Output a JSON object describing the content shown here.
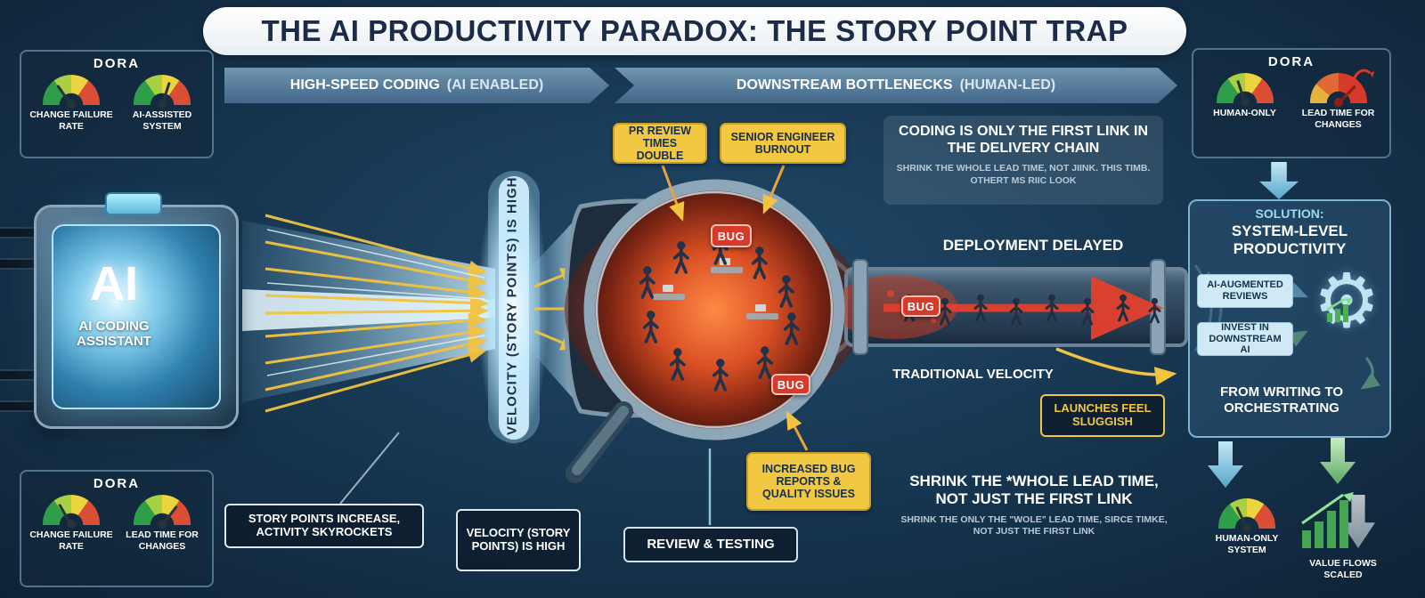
{
  "colors": {
    "background": "#16344e",
    "accent_blue": "#9fd4ea",
    "callout_yellow": "#f2c741",
    "alert_red": "#d63a2a",
    "gauge_green": "#2f9e48",
    "gauge_yellow": "#ecd43e",
    "beam_blue": "#cfeeff",
    "solution_chip_blue": "#cfe9f6"
  },
  "title": "THE AI PRODUCTIVITY PARADOX: THE STORY POINT TRAP",
  "banners": {
    "left": {
      "main": "HIGH-SPEED CODING",
      "note": "(AI ENABLED)"
    },
    "right": {
      "main": "DOWNSTREAM BOTTLENECKS",
      "note": "(HUMAN-LED)"
    }
  },
  "dora": {
    "top_left": {
      "title": "DORA",
      "gauges": [
        {
          "label": "CHANGE FAILURE RATE"
        },
        {
          "label": "AI-ASSISTED SYSTEM"
        }
      ]
    },
    "bottom_left": {
      "title": "DORA",
      "gauges": [
        {
          "label": "CHANGE FAILURE RATE"
        },
        {
          "label": "LEAD TIME FOR CHANGES"
        }
      ]
    },
    "top_right": {
      "title": "DORA",
      "gauges": [
        {
          "label": "HUMAN-ONLY"
        },
        {
          "label": "LEAD TIME FOR CHANGES"
        }
      ]
    }
  },
  "ai_assistant": {
    "logo": "AI",
    "label": "AI CODING ASSISTANT"
  },
  "flow": {
    "vertical_velocity_label": "VELOCITY (STORY POINTS) IS HIGH",
    "velocity_box": "VELOCITY (STORY POINTS) IS HIGH",
    "story_points_box": "STORY POINTS INCREASE, ACTIVITY SKYROCKETS",
    "review_testing_box": "REVIEW & TESTING",
    "deployment_delayed": "DEPLOYMENT DELAYED",
    "traditional_velocity": "TRADITIONAL VELOCITY",
    "bug_badge": "BUG"
  },
  "callouts": {
    "pr_review": "PR REVIEW TIMES DOUBLE",
    "burnout": "SENIOR ENGINEER BURNOUT",
    "bug_reports": "INCREASED BUG REPORTS & QUALITY ISSUES",
    "launches_sluggish": "LAUNCHES FEEL SLUGGISH"
  },
  "messages": {
    "first_link_headline": "CODING IS ONLY THE FIRST LINK IN THE DELIVERY CHAIN",
    "first_link_subtext": "SHRINK THE WHOLE LEAD TIME, NOT JIINK. THIS TIMB. OTHERT MS RIIC LOOK",
    "shrink_headline": "SHRINK THE *WHOLE LEAD TIME, NOT JUST THE FIRST LINK",
    "shrink_subtext": "SHRINK THE ONLY THE \"WOLE\" LEAD TIME, SIRCE TIMKE, NOT JUST THE FIRST LINK"
  },
  "solution": {
    "kicker": "SOLUTION:",
    "title": "SYSTEM-LEVEL PRODUCTIVITY",
    "chips": [
      {
        "label": "AI-AUGMENTED REVIEWS"
      },
      {
        "label": "INVEST IN DOWNSTREAM AI"
      }
    ],
    "footer": "FROM WRITING TO ORCHESTRATING"
  },
  "outcomes": {
    "human_only_system": "HUMAN-ONLY SYSTEM",
    "value_flows_scaled": "VALUE FLOWS SCALED"
  }
}
